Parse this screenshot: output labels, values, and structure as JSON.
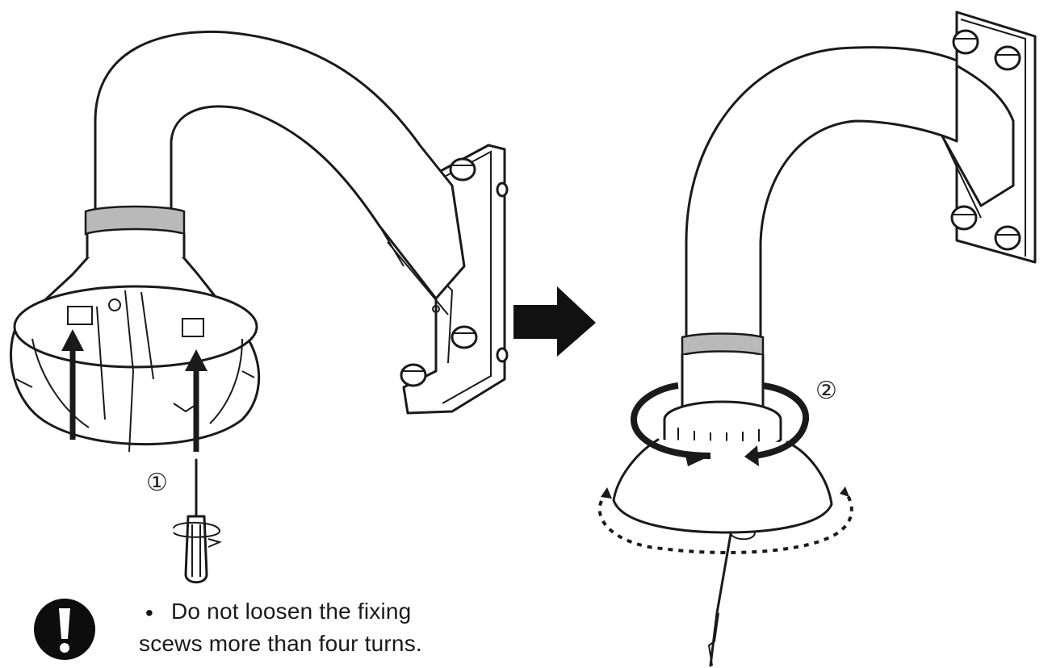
{
  "step_markers": {
    "step1": "①",
    "step2": "②"
  },
  "notice": {
    "icon": "exclamation-icon",
    "bullet": "•",
    "line1": "Do not loosen the fixing",
    "line2": "scews more than four turns."
  },
  "colors": {
    "line": "#1a1a1a",
    "band": "#b9b9b9",
    "background": "#ffffff"
  }
}
